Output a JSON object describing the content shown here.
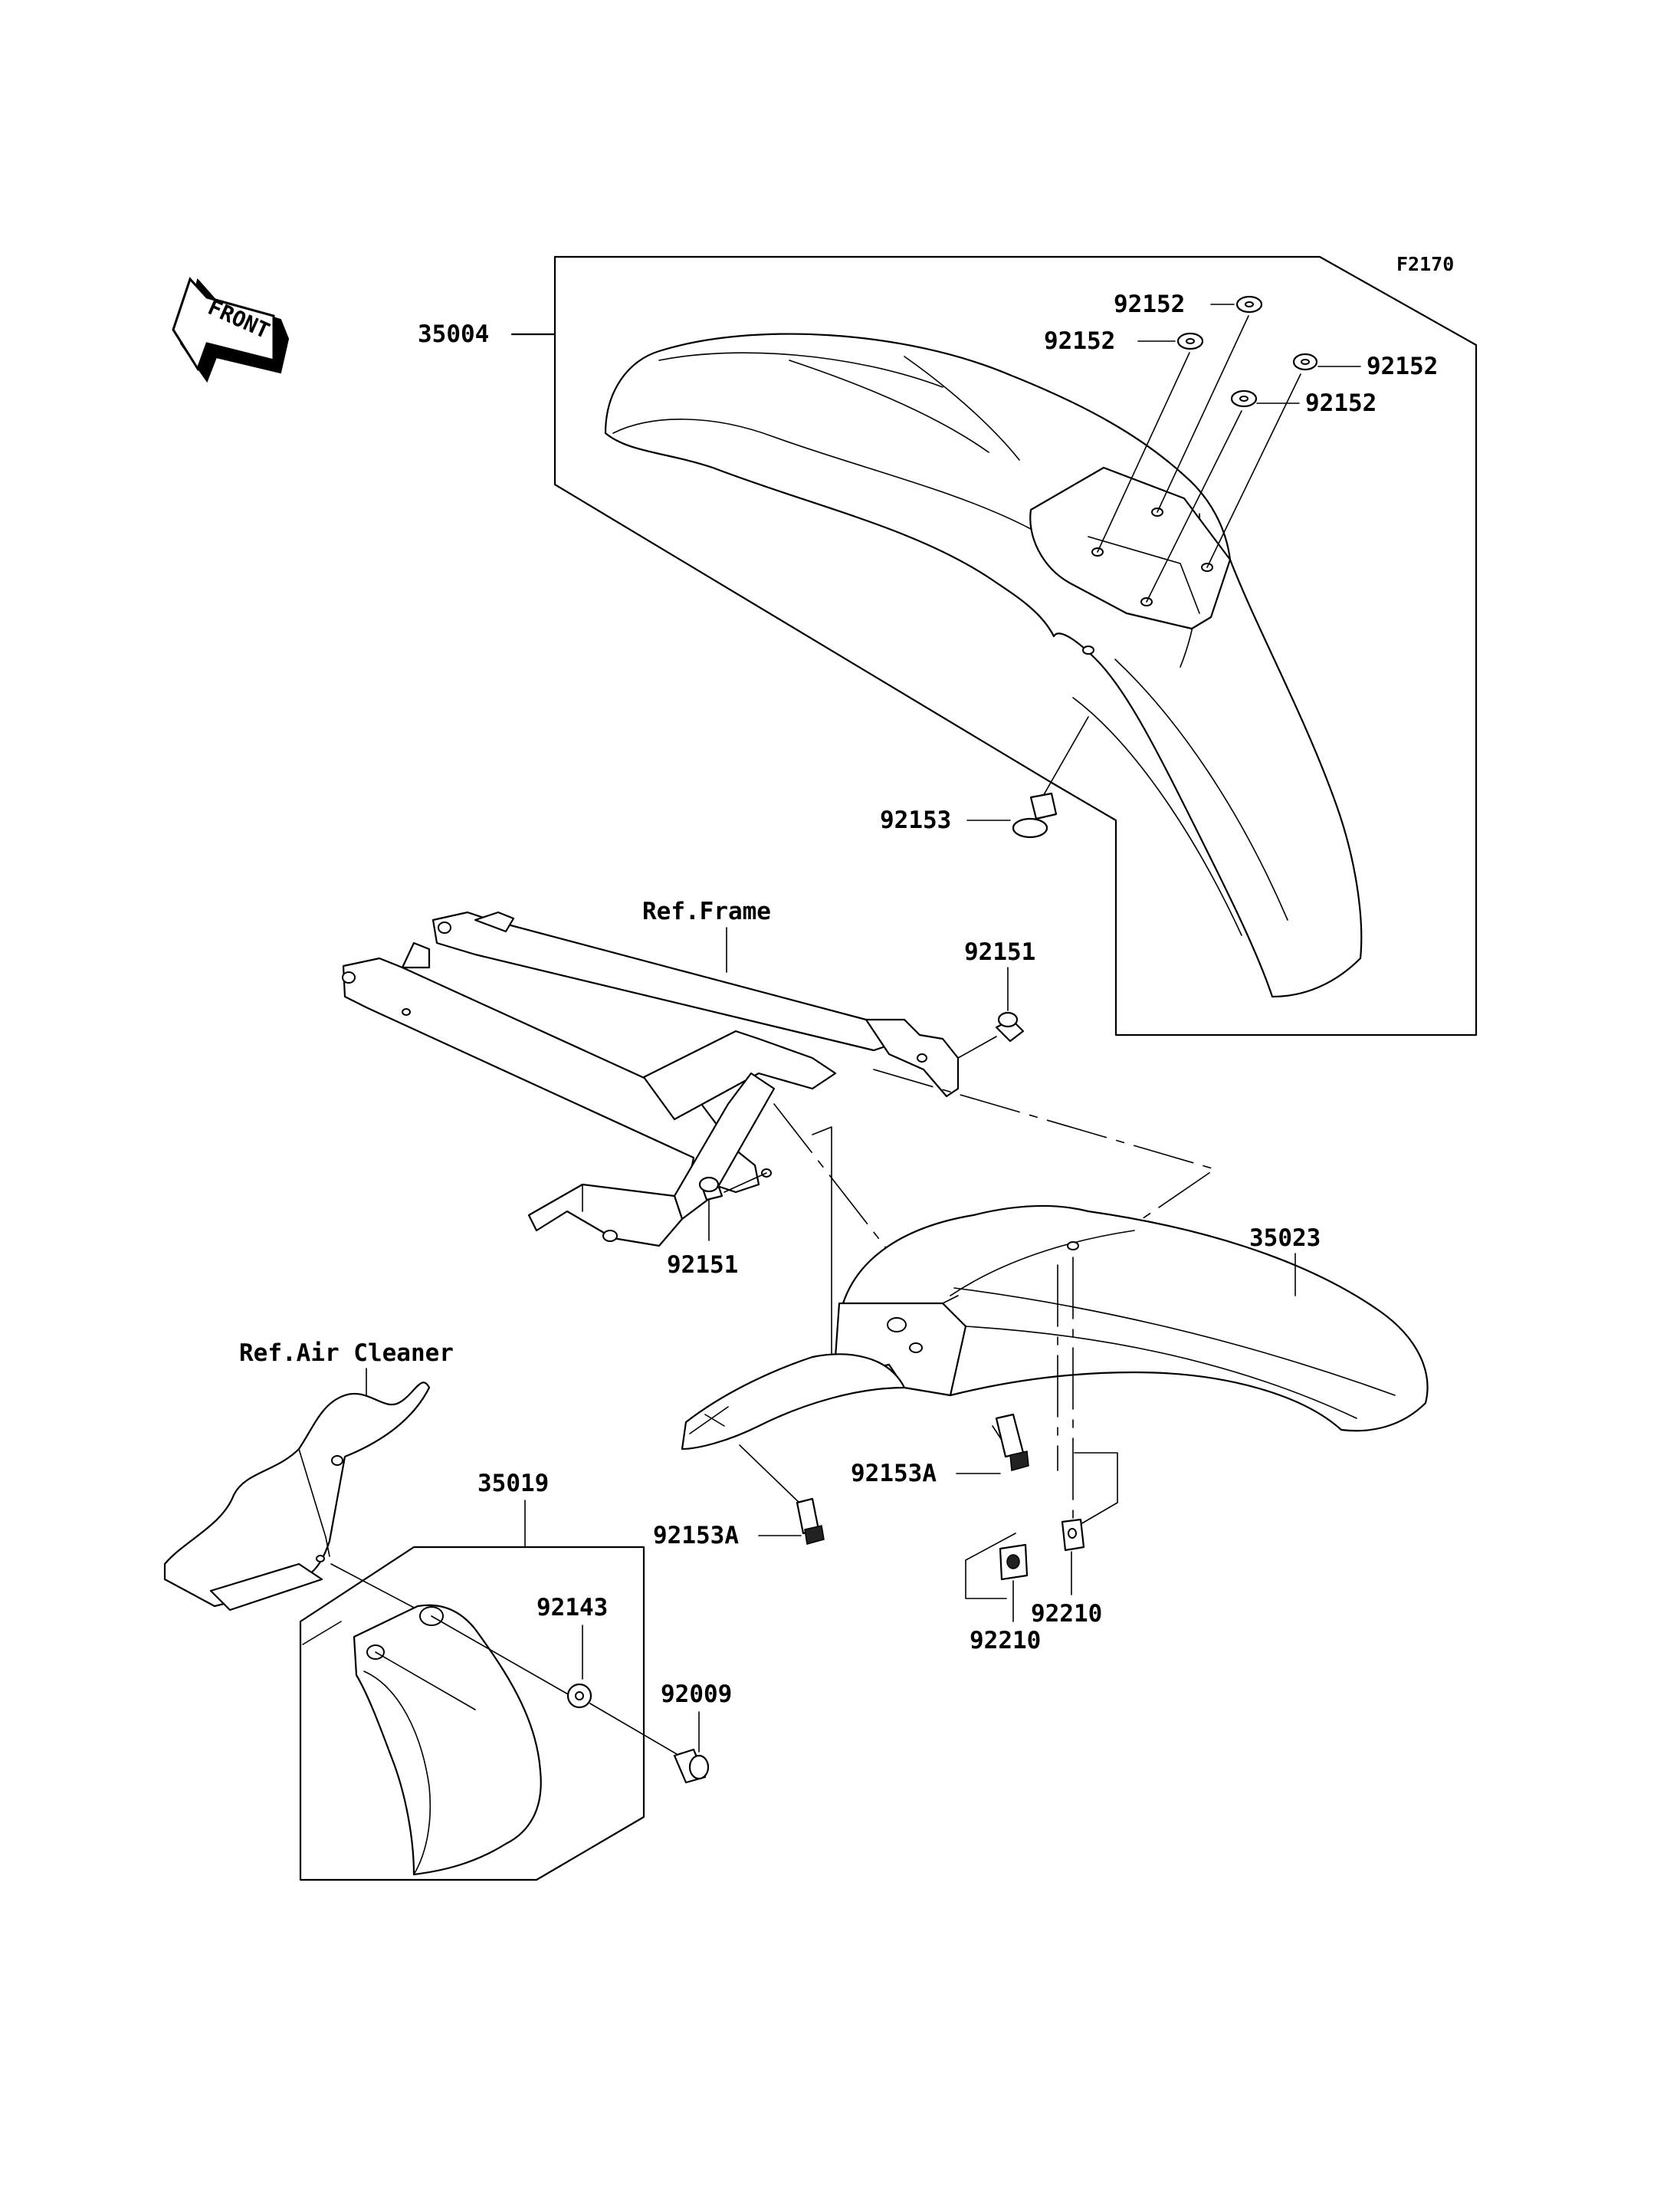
{
  "diagram_code": "F2170",
  "front_arrow": {
    "label": "FRONT",
    "icon": "front-direction-arrow-icon"
  },
  "refs": {
    "frame": "Ref.Frame",
    "air_cleaner": "Ref.Air Cleaner"
  },
  "parts": {
    "front_fender": "35004",
    "front_fender_washer_1": "92152",
    "front_fender_washer_2": "92152",
    "front_fender_washer_3": "92152",
    "front_fender_washer_4": "92152",
    "front_fender_bolt": "92153",
    "rear_fender": "35023",
    "rear_bolt_upper": "92151",
    "rear_bolt_lower": "92151",
    "rear_fender_bolt_1": "92153A",
    "rear_fender_bolt_2": "92153A",
    "rear_nut_1": "92210",
    "rear_nut_2": "92210",
    "mud_flap": "35019",
    "mud_flap_washer": "92143",
    "mud_flap_bolt": "92009"
  }
}
